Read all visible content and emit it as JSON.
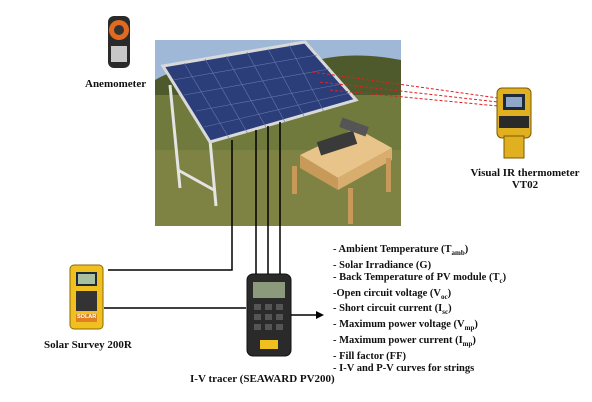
{
  "labels": {
    "anemometer": "Anemometer",
    "ir_thermometer_line1": "Visual IR thermometer",
    "ir_thermometer_line2": "VT02",
    "solar_survey": "Solar Survey 200R",
    "iv_tracer": "I-V tracer (SEAWARD PV200)",
    "device_brand": "SOLAR"
  },
  "parameters": [
    {
      "text": "- Ambient Temperature (T",
      "sub": "amb",
      "tail": ")"
    },
    {
      "text": "- Solar Irradiance  (G)",
      "sub": "",
      "tail": ""
    },
    {
      "text": "- Back Temperature of PV module (T",
      "sub": "c",
      "tail": ")"
    },
    {
      "text": "-Open circuit voltage (V",
      "sub": "oc",
      "tail": ")"
    },
    {
      "text": "- Short circuit current (I",
      "sub": "sc",
      "tail": ")"
    },
    {
      "text": "- Maximum  power voltage (V",
      "sub": "mp",
      "tail": ")"
    },
    {
      "text": "- Maximum  power current (I",
      "sub": "mp",
      "tail": ")"
    },
    {
      "text": "- Fill factor (FF)",
      "sub": "",
      "tail": ""
    },
    {
      "text": "- I-V and P-V  curves  for strings",
      "sub": "",
      "tail": ""
    }
  ],
  "colors": {
    "sky": "#9fb8d8",
    "grass": "#6f7a3c",
    "panel": "#2b3e7a",
    "frame": "#d9d9d9",
    "table": "#e8c48a",
    "tracer_body": "#2a2a2a",
    "survey_body": "#f0c020",
    "thermometer": "#e0b020",
    "laser": "#e02020"
  }
}
